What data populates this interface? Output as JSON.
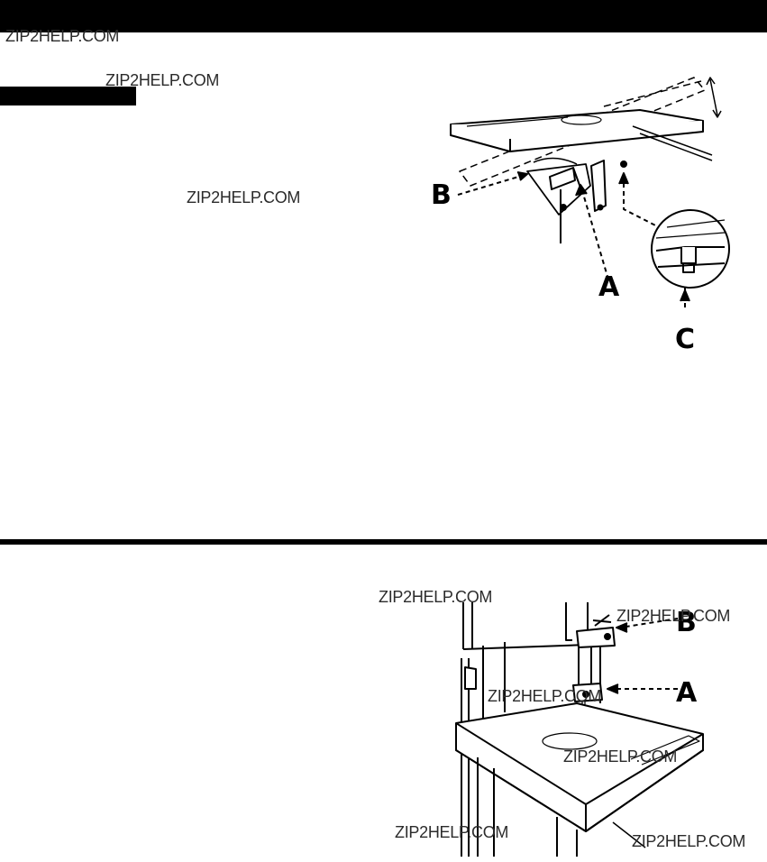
{
  "watermarks": [
    "ZIP2HELP.COM",
    "ZIP2HELP.COM",
    "ZIP2HELP.COM",
    "ZIP2HELP.COM",
    "ZIP2HELP.COM",
    "ZIP2HELP.COM",
    "ZIP2HELP.COM",
    "ZIP2HELP.COM",
    "ZIP2HELP.COM"
  ],
  "figure1": {
    "labels": {
      "a": "A",
      "b": "B",
      "c": "C"
    }
  },
  "figure2": {
    "labels": {
      "a": "A",
      "b": "B"
    }
  }
}
